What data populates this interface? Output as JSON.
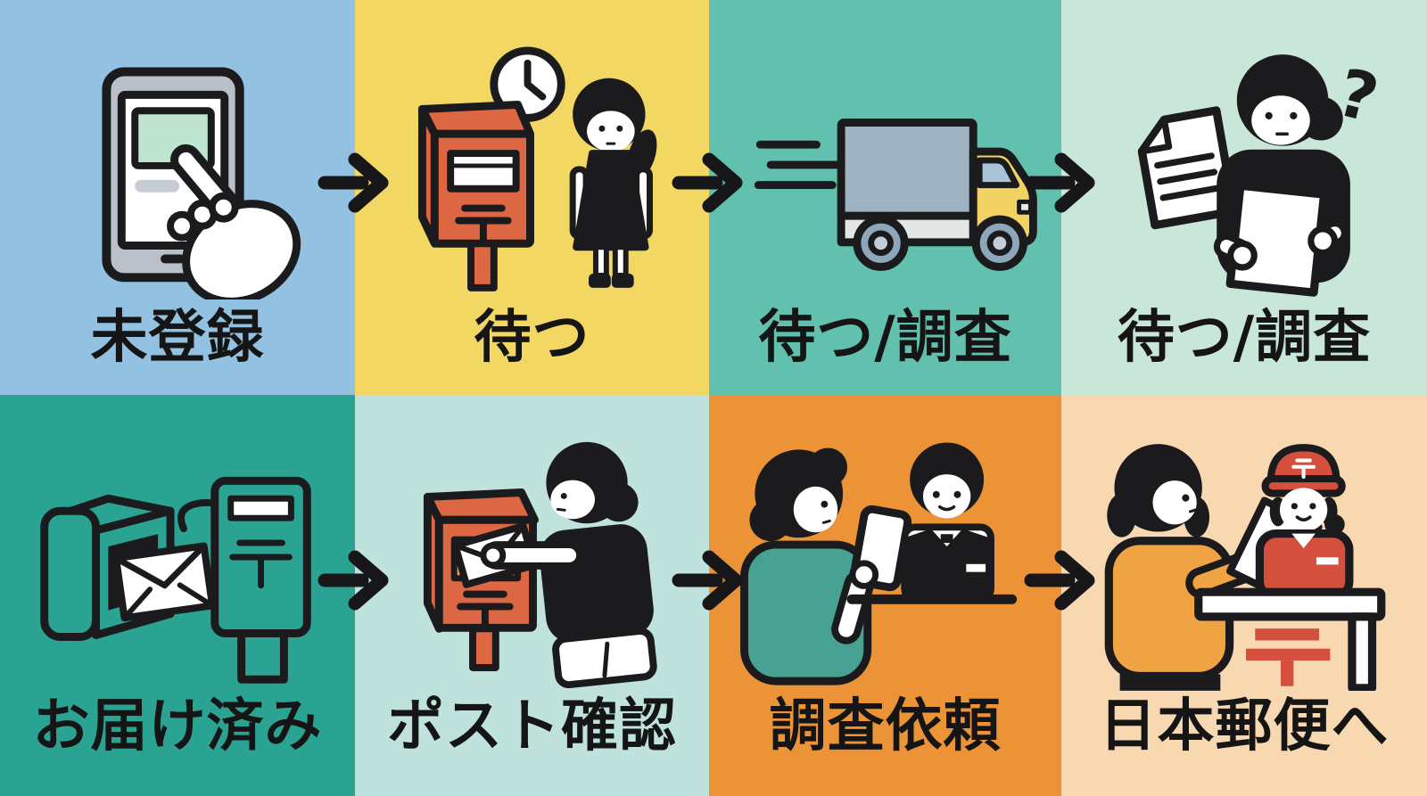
{
  "diagram": {
    "type": "process-flow",
    "rows": 2,
    "cols": 4
  },
  "colors": {
    "ink": "#1b1b1e",
    "arrow": "#17171a",
    "postbox_red": "#dd6743",
    "slot_orange": "#f2a254",
    "tablet_frame": "#b9c0c8",
    "screen_mint": "#bfe4d0",
    "screen_bar": "#c5ccd3",
    "truck_gray": "#9fb2c2",
    "truck_stripe": "#e2e6e5",
    "truck_yellow": "#f2d262",
    "truck_window": "#a9c3d6",
    "wheel": "#8ea6ba",
    "wheel_hub": "#c2cdd7",
    "teal_fill": "#2ba392",
    "shirt_teal": "#47a294",
    "sweater_orange": "#f0a343",
    "uniform_red": "#d5503c"
  },
  "arrows": {
    "count": 6,
    "direction": "right"
  },
  "panels": [
    {
      "id": "unregistered",
      "label": "未登録",
      "bg": "#92c1e1",
      "icon": "tablet-tap-icon"
    },
    {
      "id": "wait",
      "label": "待つ",
      "bg": "#f2d862",
      "icon": "postbox-clock-waiting-girl-icon"
    },
    {
      "id": "wait-investigate-truck",
      "label": "待つ/調査",
      "bg": "#61c0ae",
      "icon": "delivery-truck-icon"
    },
    {
      "id": "wait-investigate-docs",
      "label": "待つ/調査",
      "bg": "#c9e7d9",
      "icon": "person-reading-documents-icon",
      "annotation": "?"
    },
    {
      "id": "delivered",
      "label": "お届け済み",
      "bg": "#2ba392",
      "icon": "home-mailbox-envelope-postbox-icon"
    },
    {
      "id": "post-check",
      "label": "ポスト確認",
      "bg": "#bfe3dc",
      "icon": "person-checking-postbox-icon"
    },
    {
      "id": "investigation-request",
      "label": "調査依頼",
      "bg": "#eb9336",
      "icon": "customer-clerk-counter-icon"
    },
    {
      "id": "to-japan-post",
      "label": "日本郵便へ",
      "bg": "#f8d8b1",
      "icon": "woman-postal-clerk-counter-icon"
    }
  ]
}
